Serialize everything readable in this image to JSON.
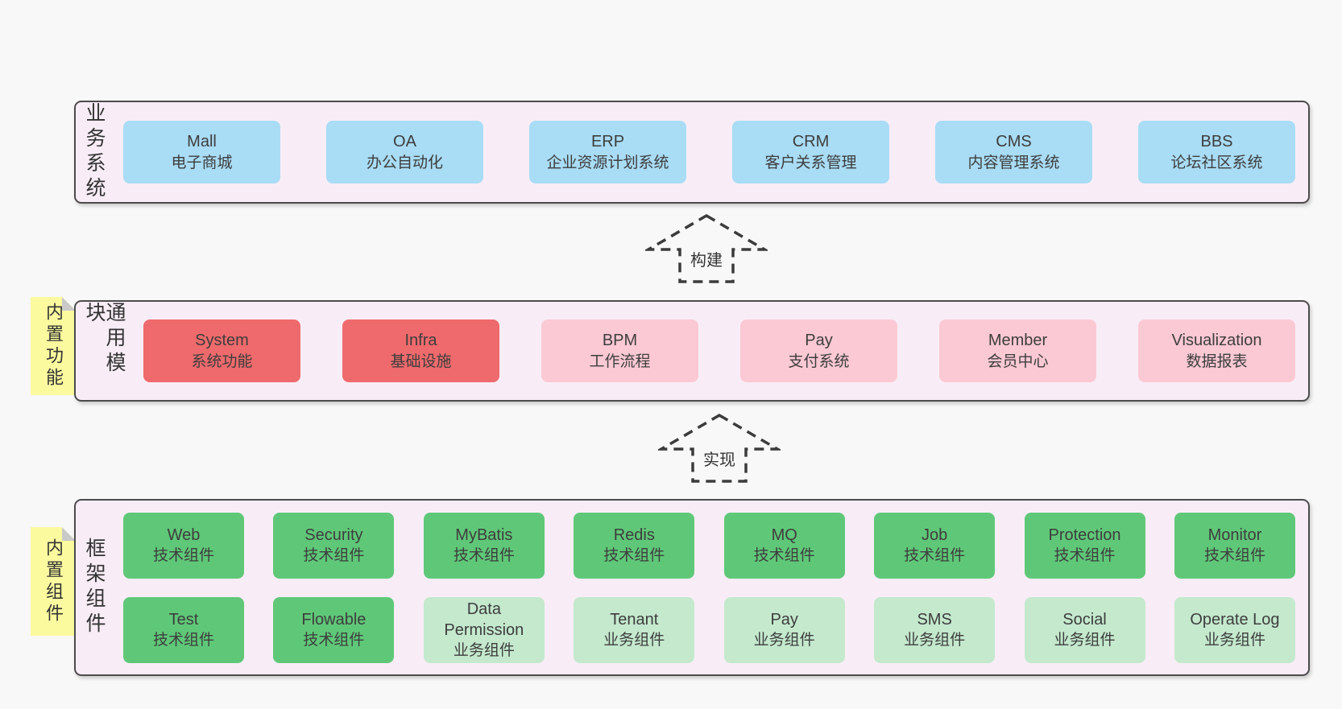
{
  "business": {
    "label": "业务系统",
    "boxes": [
      {
        "en": "Mall",
        "zh": "电子商城"
      },
      {
        "en": "OA",
        "zh": "办公自动化"
      },
      {
        "en": "ERP",
        "zh": "企业资源计划系统"
      },
      {
        "en": "CRM",
        "zh": "客户关系管理"
      },
      {
        "en": "CMS",
        "zh": "内容管理系统"
      },
      {
        "en": "BBS",
        "zh": "论坛社区系统"
      }
    ]
  },
  "arrows": {
    "build": "构建",
    "implement": "实现"
  },
  "modules": {
    "label": "通用模块",
    "sticky": "内置功能",
    "boxes": [
      {
        "en": "System",
        "zh": "系统功能",
        "variant": "red"
      },
      {
        "en": "Infra",
        "zh": "基础设施",
        "variant": "red"
      },
      {
        "en": "BPM",
        "zh": "工作流程",
        "variant": "pink"
      },
      {
        "en": "Pay",
        "zh": "支付系统",
        "variant": "pink"
      },
      {
        "en": "Member",
        "zh": "会员中心",
        "variant": "pink"
      },
      {
        "en": "Visualization",
        "zh": "数据报表",
        "variant": "pink"
      }
    ]
  },
  "framework": {
    "label": "框架组件",
    "sticky": "内置组件",
    "rows": [
      [
        {
          "en": "Web",
          "zh": "技术组件",
          "variant": "green"
        },
        {
          "en": "Security",
          "zh": "技术组件",
          "variant": "green"
        },
        {
          "en": "MyBatis",
          "zh": "技术组件",
          "variant": "green"
        },
        {
          "en": "Redis",
          "zh": "技术组件",
          "variant": "green"
        },
        {
          "en": "MQ",
          "zh": "技术组件",
          "variant": "green"
        },
        {
          "en": "Job",
          "zh": "技术组件",
          "variant": "green"
        },
        {
          "en": "Protection",
          "zh": "技术组件",
          "variant": "green"
        },
        {
          "en": "Monitor",
          "zh": "技术组件",
          "variant": "green"
        }
      ],
      [
        {
          "en": "Test",
          "zh": "技术组件",
          "variant": "green"
        },
        {
          "en": "Flowable",
          "zh": "技术组件",
          "variant": "green"
        },
        {
          "en": "Data Permission",
          "zh": "业务组件",
          "variant": "green-light"
        },
        {
          "en": "Tenant",
          "zh": "业务组件",
          "variant": "green-light"
        },
        {
          "en": "Pay",
          "zh": "业务组件",
          "variant": "green-light"
        },
        {
          "en": "SMS",
          "zh": "业务组件",
          "variant": "green-light"
        },
        {
          "en": "Social",
          "zh": "业务组件",
          "variant": "green-light"
        },
        {
          "en": "Operate Log",
          "zh": "业务组件",
          "variant": "green-light"
        }
      ]
    ]
  },
  "colors": {
    "page_bg": "#f8f8f8",
    "panel_bg": "#f8edf6",
    "panel_border": "#4c4c4c",
    "blue_box": "#a9dcf5",
    "red_box": "#ef6a6c",
    "pink_box": "#fbc9d4",
    "green_box": "#5fc878",
    "light_green_box": "#c4e9cd",
    "sticky_bg": "#fbfa9f",
    "sticky_fold": "#c9c9c9",
    "arrow_dash": "#3b3b3b",
    "text": "#3d3d3d"
  }
}
